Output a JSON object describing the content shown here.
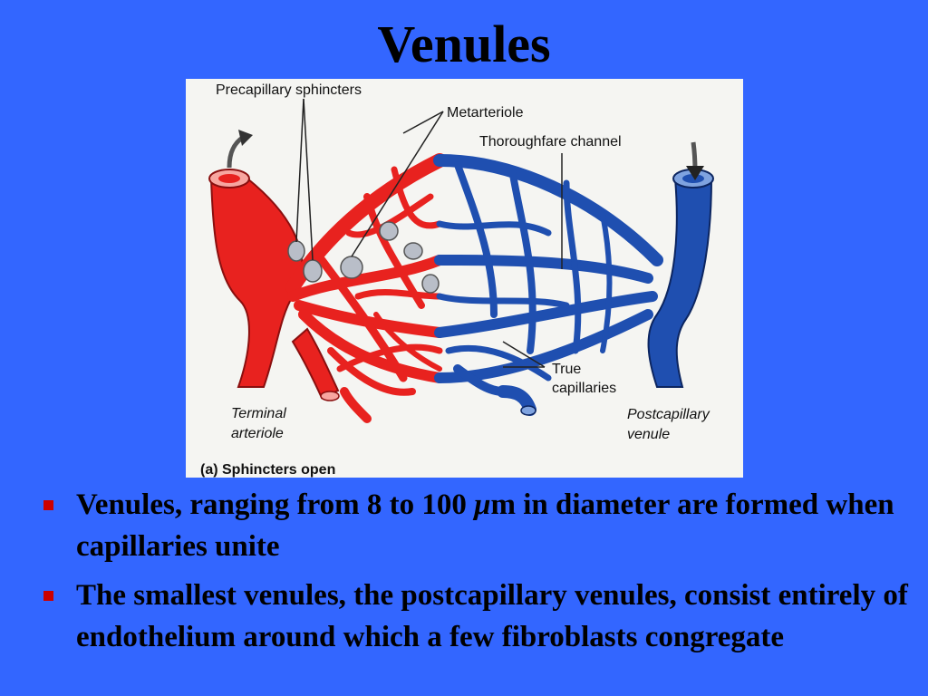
{
  "slide": {
    "title": "Venules"
  },
  "figure": {
    "labels": {
      "precapillary": "Precapillary sphincters",
      "metarteriole": "Metarteriole",
      "thoroughfare": "Thoroughfare channel",
      "true_line1": "True",
      "true_line2": "capillaries",
      "terminal_line1": "Terminal",
      "terminal_line2": "arteriole",
      "postcap_line1": "Postcapillary",
      "postcap_line2": "venule",
      "caption": "(a) Sphincters open"
    },
    "colors": {
      "artery": "#e8221f",
      "vein": "#1f4fb0",
      "background": "#f5f5f2"
    }
  },
  "bullets": [
    {
      "pre": "Venules, ranging from 8 to 100 ",
      "mu": "μ",
      "post": "m in diameter are formed when capillaries unite"
    },
    {
      "text": "The smallest venules, the postcapillary venules, consist entirely of endothelium around which a few fibroblasts congregate"
    }
  ],
  "theme": {
    "background": "#3366ff",
    "bullet_color": "#cc0000"
  }
}
